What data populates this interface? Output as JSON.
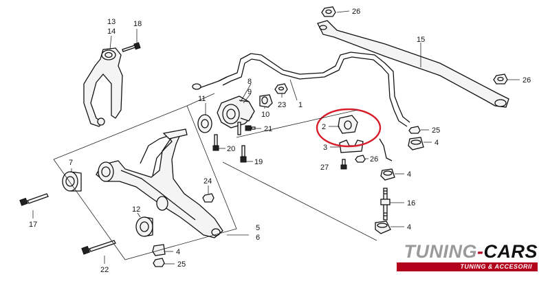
{
  "callouts": {
    "c1": "1",
    "c2": "2",
    "c3": "3",
    "c4a": "4",
    "c4b": "4",
    "c4c": "4",
    "c4d": "4",
    "c5": "5",
    "c6": "6",
    "c7": "7",
    "c8": "8",
    "c9": "9",
    "c10": "10",
    "c11": "11",
    "c12": "12",
    "c13": "13",
    "c14": "14",
    "c15": "15",
    "c16": "16",
    "c17": "17",
    "c18": "18",
    "c19": "19",
    "c20": "20",
    "c21": "21",
    "c22": "22",
    "c23": "23",
    "c24": "24",
    "c25a": "25",
    "c25b": "25",
    "c26a": "26",
    "c26b": "26",
    "c26c": "26",
    "c27": "27"
  },
  "logo": {
    "main_prefix": "TUNING",
    "main_dash": "-",
    "main_suffix": "CARS",
    "tagline": "TUNING & ACCESORII",
    "colors": {
      "accent": "#b3001b",
      "grey": "#9a9a9a",
      "dark": "#111111"
    }
  },
  "highlight": {
    "color": "#d81c2a",
    "part": "2"
  }
}
